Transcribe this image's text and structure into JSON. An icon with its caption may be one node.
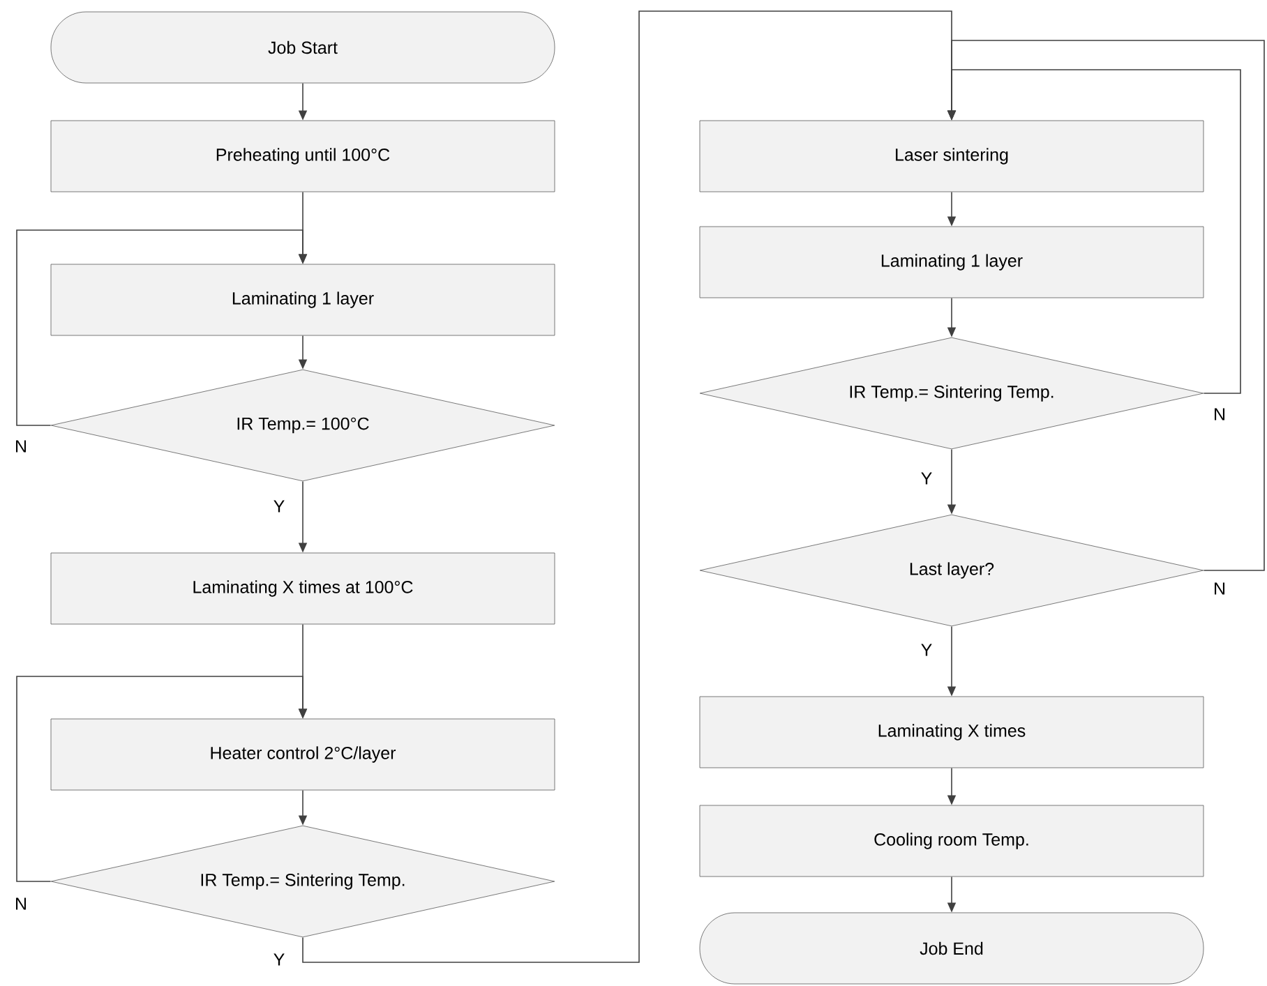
{
  "diagram": {
    "nodes": [
      {
        "text": [
          "Job Start"
        ]
      },
      {
        "text": [
          "Preheating until 100°C"
        ]
      },
      {
        "text": [
          "Laminating 1 layer"
        ]
      },
      {
        "text": [
          "IR Temp.= 100°C"
        ]
      },
      {
        "text": [
          "Laminating X times at 100°C"
        ]
      },
      {
        "text": [
          "Heater control 2°C/layer"
        ]
      },
      {
        "text": [
          "IR Temp.= Sintering Temp."
        ]
      },
      {
        "text": [
          "Laser sintering"
        ]
      },
      {
        "text": [
          "Laminating 1 layer"
        ]
      },
      {
        "text": [
          "IR Temp.= Sintering Temp."
        ]
      },
      {
        "text": [
          "Last layer?"
        ]
      },
      {
        "text": [
          "Laminating X times"
        ]
      },
      {
        "text": [
          "Cooling room Temp."
        ]
      },
      {
        "text": [
          "Job End"
        ]
      }
    ],
    "edges": [
      {
        "from": 0,
        "to": 1,
        "arrow": "to"
      },
      {
        "from": 1,
        "to": 2,
        "arrow": "to"
      },
      {
        "from": 2,
        "to": 3,
        "arrow": "to"
      },
      {
        "from": 3,
        "to": 2,
        "arrow": "to",
        "label": "N"
      },
      {
        "from": 3,
        "to": 4,
        "arrow": "to",
        "label": "Y"
      },
      {
        "from": 4,
        "to": 5,
        "arrow": "to"
      },
      {
        "from": 5,
        "to": 6,
        "arrow": "to"
      },
      {
        "from": 6,
        "to": 5,
        "arrow": "to",
        "label": "N"
      },
      {
        "from": 6,
        "to": 7,
        "arrow": "to",
        "label": "Y"
      },
      {
        "from": 7,
        "to": 8,
        "arrow": "to"
      },
      {
        "from": 8,
        "to": 9,
        "arrow": "to"
      },
      {
        "from": 9,
        "to": 7,
        "arrow": "to",
        "label": "N"
      },
      {
        "from": 9,
        "to": 10,
        "arrow": "to",
        "label": "Y"
      },
      {
        "from": 10,
        "to": 7,
        "arrow": "to",
        "label": "N"
      },
      {
        "from": 10,
        "to": 11,
        "arrow": "to",
        "label": "Y"
      },
      {
        "from": 11,
        "to": 12,
        "arrow": "to"
      },
      {
        "from": 12,
        "to": 13,
        "arrow": "to"
      }
    ]
  }
}
